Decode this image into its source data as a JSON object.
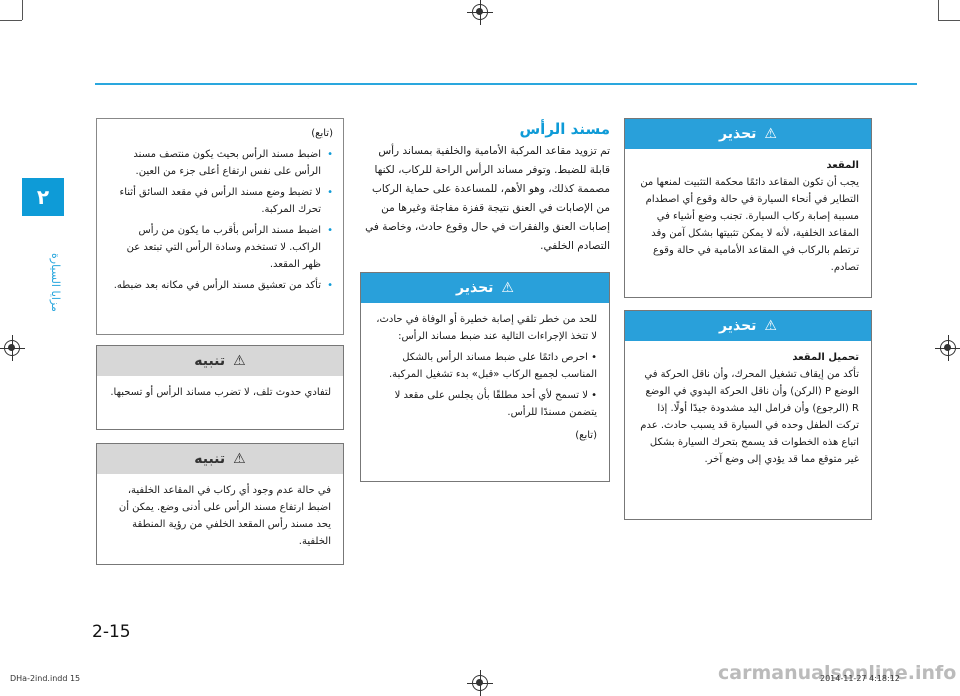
{
  "side_tab": {
    "number": "٢",
    "text": "مزايا السيارة"
  },
  "center_section": {
    "title": "مسند الرأس",
    "body": "تم تزويد مقاعد المركبة الأمامية والخلفية بمساند رأس قابلة للضبط. وتوفر مساند الرأس الراحة للركاب، لكنها مصممة كذلك، وهو الأهم، للمساعدة على حماية الركاب من الإصابات في العنق نتيجة قفزة مفاجئة وغيرها من إصابات العنق والفقرات في حال وقوع حادث، وخاصة في التصادم الخلفي."
  },
  "list_box": {
    "header": "(تابع)",
    "items": [
      "اضبط مسند الرأس بحيث يكون منتصف مسند الرأس على نفس ارتفاع أعلى جزء من العين.",
      "لا تضبط وضع مسند الرأس في مقعد السائق أثناء تحرك المركبة.",
      "اضبط مسند الرأس بأقرب ما يكون من رأس الراكب. لا تستخدم وسادة الرأس التي تبتعد عن ظهر المقعد.",
      "تأكد من تعشيق مسند الرأس في مكانه بعد ضبطه."
    ]
  },
  "notice_1": {
    "title": "تنبيه",
    "body": "لتفادي حدوث تلف، لا تضرب مساند الرأس أو تسحبها."
  },
  "notice_2": {
    "title": "تنبيه",
    "body": "في حالة عدم وجود أي ركاب في المقاعد الخلفية، اضبط ارتفاع مسند الرأس على أدنى وضع. يمكن أن يحد مسند رأس المقعد الخلفي من رؤية المنطقة الخلفية."
  },
  "warning_center": {
    "title": "تحذير",
    "body": "للحد من خطر تلقي إصابة خطيرة أو الوفاة في حادث، لا تتخذ الإجراءات التالية عند ضبط مساند الرأس:",
    "items": [
      "احرص دائمًا على ضبط مساند الرأس بالشكل المناسب لجميع الركاب «قبل» بدء تشغيل المركبة.",
      "لا تسمح لأي أحد مطلقًا بأن يجلس على مقعد لا يتضمن مسندًا للرأس."
    ],
    "footer": "(تابع)"
  },
  "warning_right_1": {
    "title": "تحذير",
    "subtitle": "المقعد",
    "body": "يجب أن تكون المقاعد دائمًا محكمة التثبيت لمنعها من التطاير في أنحاء السيارة في حالة وقوع أي اصطدام مسببة إصابة ركاب السيارة. تجنب وضع أشياء في المقاعد الخلفية، لأنه لا يمكن تثبيتها بشكل آمن وقد ترتطم بالركاب في المقاعد الأمامية في حالة وقوع تصادم."
  },
  "warning_right_2": {
    "title": "تحذير",
    "subtitle": "تحميل المقعد",
    "body": "تأكد من إيقاف تشغيل المحرك، وأن ناقل الحركة في الوضع P (الركن) وأن ناقل الحركة اليدوي في الوضع R (الرجوع) وأن فرامل اليد مشدودة جيدًا أولًا. إذا تركت الطفل وحده في السيارة قد يسبب حادث. عدم اتباع هذه الخطوات قد يسمح بتحرك السيارة بشكل غير متوقع مما قد يؤدي إلى وضع آخر."
  },
  "page_number": "2-15",
  "footer_left": "DHa-2ind.indd   15",
  "footer_right": "2014-11-27   4:18:12",
  "watermark": "carmanualsonline.info"
}
